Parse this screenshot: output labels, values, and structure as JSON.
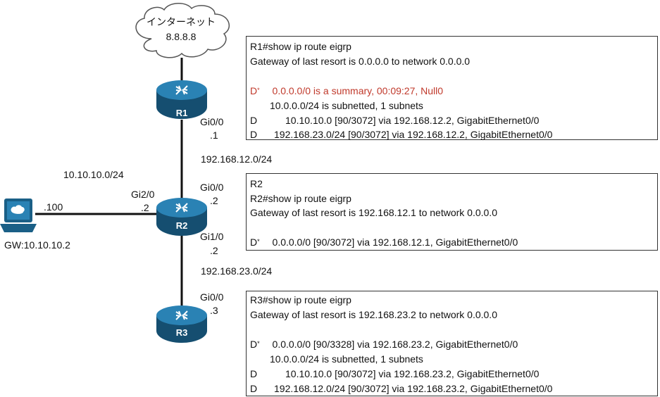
{
  "cloud": {
    "line1": "インターネット",
    "line2": "8.8.8.8"
  },
  "routers": {
    "r1": "R1",
    "r2": "R2",
    "r3": "R3"
  },
  "interfaces": {
    "r1_gi00": "Gi0/0",
    "r1_gi00_ip": ".1",
    "r2_gi00": "Gi0/0",
    "r2_gi00_ip": ".2",
    "r2_gi20": "Gi2/0",
    "r2_gi20_ip": ".2",
    "r2_gi10": "Gi1/0",
    "r2_gi10_ip": ".2",
    "r3_gi00": "Gi0/0",
    "r3_gi00_ip": ".3"
  },
  "networks": {
    "n12": "192.168.12.0/24",
    "n23": "192.168.23.0/24",
    "n10": "10.10.10.0/24"
  },
  "pc": {
    "ip": ".100",
    "gw": "GW:10.10.10.2"
  },
  "r1_table": {
    "cmd": "R1#show ip route eigrp",
    "gw": "Gateway of last resort is 0.0.0.0 to network 0.0.0.0",
    "r1_code": "D",
    "r1_star": "*",
    "r1_text": "0.0.0.0/0 is a summary, 00:09:27, Null0",
    "r2_text": "10.0.0.0/24 is subnetted, 1 subnets",
    "r3_code": "D",
    "r3_text": "10.10.10.0 [90/3072] via 192.168.12.2, GigabitEthernet0/0",
    "r4_code": "D",
    "r4_text": "192.168.23.0/24 [90/3072] via 192.168.12.2, GigabitEthernet0/0"
  },
  "r2_table": {
    "title": "R2",
    "cmd": "R2#show ip route eigrp",
    "gw": "Gateway of last resort is 192.168.12.1 to network 0.0.0.0",
    "r1_code": "D",
    "r1_star": "*",
    "r1_text": "0.0.0.0/0 [90/3072] via 192.168.12.1, GigabitEthernet0/0"
  },
  "r3_table": {
    "cmd": "R3#show ip route eigrp",
    "gw": "Gateway of last resort is 192.168.23.2 to network 0.0.0.0",
    "r1_code": "D",
    "r1_star": "*",
    "r1_text": "0.0.0.0/0 [90/3328] via 192.168.23.2, GigabitEthernet0/0",
    "r2_text": "10.0.0.0/24 is subnetted, 1 subnets",
    "r3_code": "D",
    "r3_text": "10.10.10.0 [90/3072] via 192.168.23.2, GigabitEthernet0/0",
    "r4_code": "D",
    "r4_text": "192.168.12.0/24 [90/3072] via 192.168.23.2, GigabitEthernet0/0"
  },
  "colors": {
    "router": "#1f6f9c",
    "router_dark": "#154e70",
    "summary": "#c0392b",
    "pc": "#1a5f86"
  }
}
